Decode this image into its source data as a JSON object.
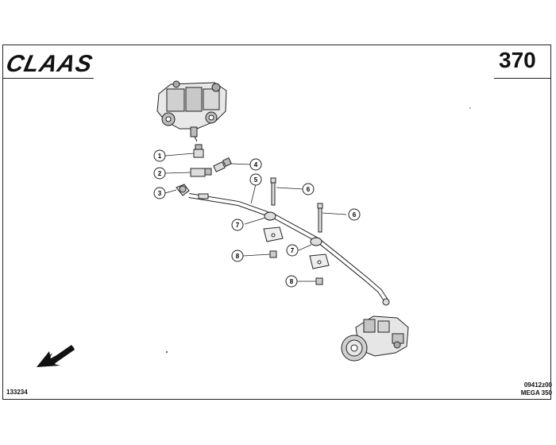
{
  "header": {
    "logo_text": "CLAAS",
    "page_number": "370"
  },
  "footer": {
    "drawing_id": "133234",
    "ref_code": "09412z00",
    "model": "MEGA 350"
  },
  "callouts": [
    "1",
    "2",
    "3",
    "4",
    "5",
    "6",
    "6",
    "7",
    "7",
    "8",
    "8"
  ],
  "icons": {
    "direction_arrow": "arrow-down-left-icon"
  }
}
